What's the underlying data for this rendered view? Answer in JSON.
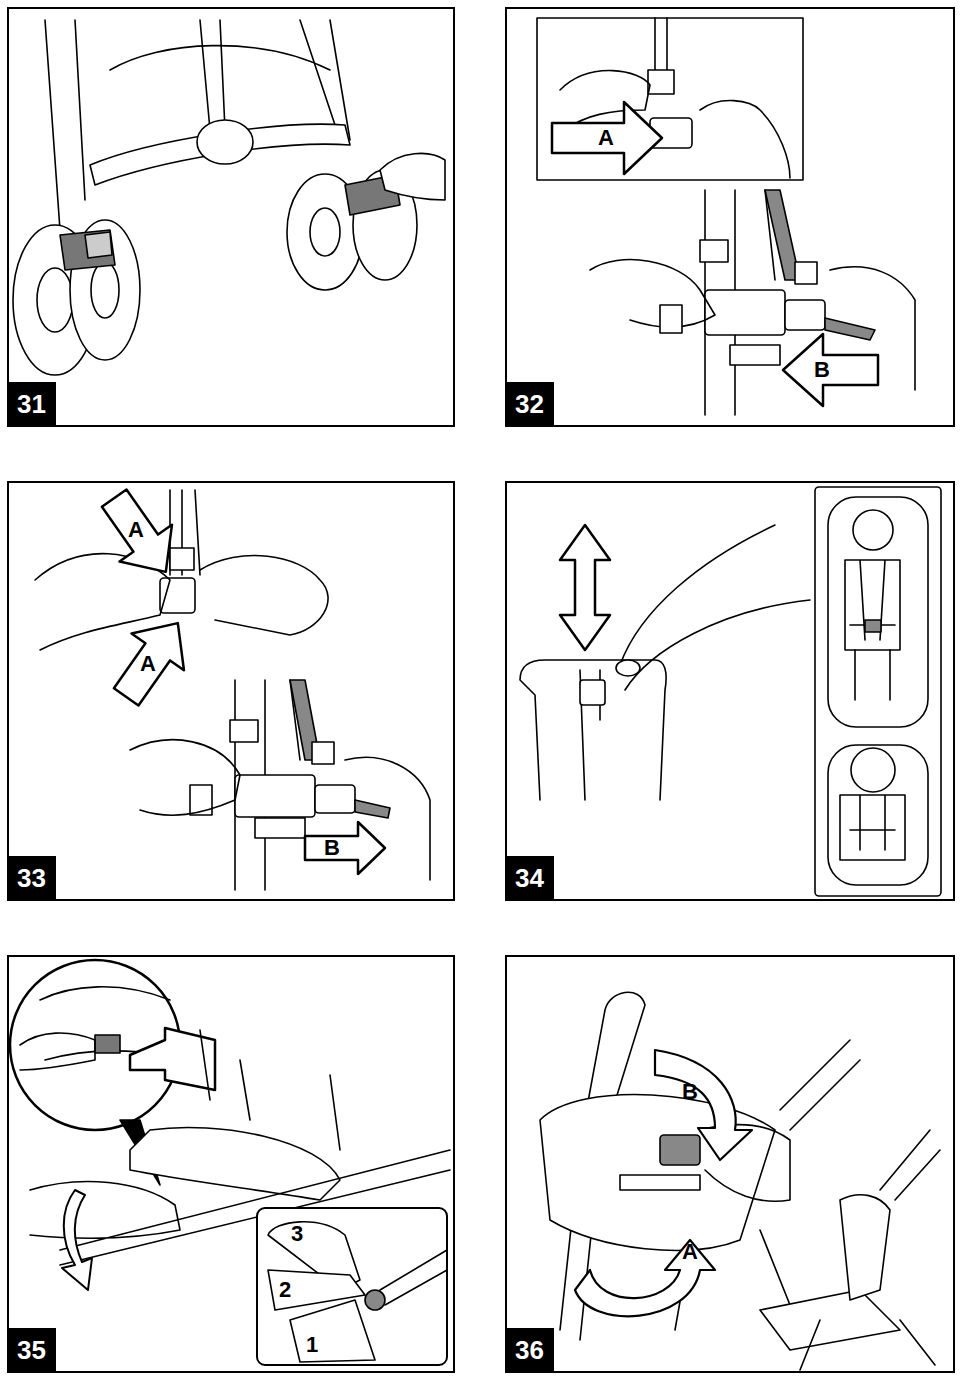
{
  "diagram": {
    "nodes": [
      {
        "text": [
          "31"
        ]
      },
      {
        "text": [
          "32"
        ]
      },
      {
        "text": [
          "33"
        ]
      },
      {
        "text": [
          "34"
        ]
      },
      {
        "text": [
          "35"
        ]
      },
      {
        "text": [
          "36"
        ]
      }
    ],
    "labels": [
      "A",
      "B",
      "A",
      "A",
      "B",
      "3",
      "2",
      "1",
      "B",
      "A"
    ]
  }
}
